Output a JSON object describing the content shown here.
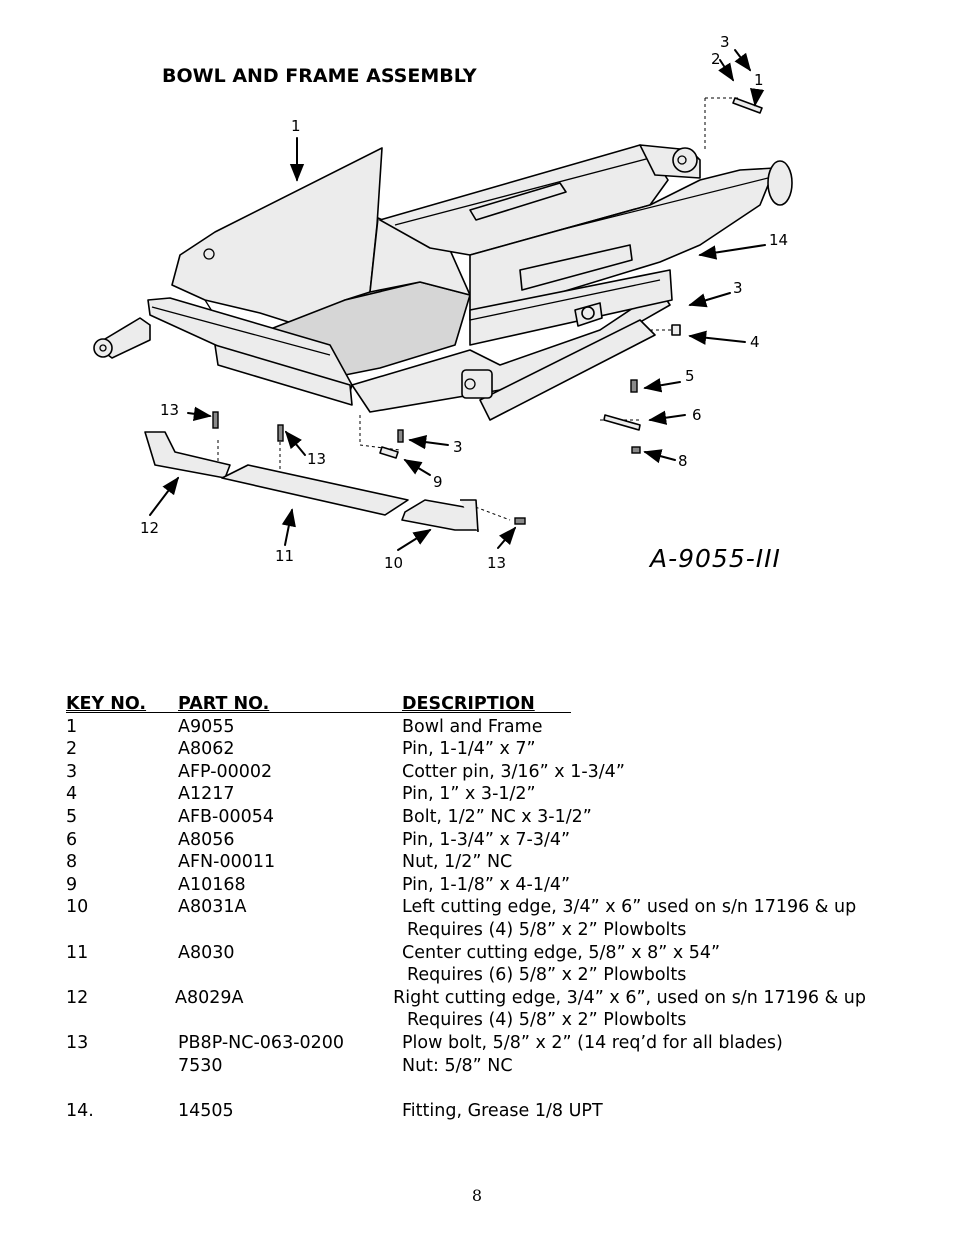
{
  "diagram": {
    "title": "BOWL AND FRAME ASSEMBLY",
    "drawing_number": "A-9055-III",
    "callouts": {
      "c1_top": "1",
      "c2_top": "2",
      "c3_top": "3",
      "c14": "14",
      "c3_right": "3",
      "c4": "4",
      "c5": "5",
      "c6": "6",
      "c8": "8",
      "c3_bottom": "3",
      "c9": "9",
      "c13_left": "13",
      "c13_mid": "13",
      "c12": "12",
      "c11": "11",
      "c10": "10",
      "c13_right": "13",
      "c1_bowl": "1"
    }
  },
  "parts_table": {
    "headers": {
      "key_no": "KEY NO.",
      "part_no": "PART NO.",
      "description": "DESCRIPTION"
    },
    "rows": [
      {
        "key": "1",
        "part": "A9055",
        "desc": "Bowl and Frame"
      },
      {
        "key": "2",
        "part": "A8062",
        "desc": "Pin, 1-1/4” x 7”"
      },
      {
        "key": "3",
        "part": "AFP-00002",
        "desc": "Cotter pin, 3/16” x 1-3/4”"
      },
      {
        "key": "4",
        "part": "A1217",
        "desc": "Pin, 1” x 3-1/2”"
      },
      {
        "key": "5",
        "part": "AFB-00054",
        "desc": "Bolt, 1/2” NC x 3-1/2”"
      },
      {
        "key": "6",
        "part": "A8056",
        "desc": "Pin, 1-3/4” x 7-3/4”"
      },
      {
        "key": "8",
        "part": "AFN-00011",
        "desc": "Nut, 1/2” NC"
      },
      {
        "key": "9",
        "part": "A10168",
        "desc": "Pin, 1-1/8” x 4-1/4”"
      },
      {
        "key": "10",
        "part": "A8031A",
        "desc": "Left cutting edge, 3/4” x 6” used on s/n 17196 & up"
      },
      {
        "key": "",
        "part": "",
        "desc": "Requires (4) 5/8” x 2” Plowbolts"
      },
      {
        "key": "11",
        "part": "A8030",
        "desc": "Center cutting edge, 5/8” x 8” x 54”"
      },
      {
        "key": "",
        "part": "",
        "desc": "Requires (6) 5/8” x 2” Plowbolts"
      },
      {
        "key": "12",
        "part": "A8029A",
        "desc": "Right cutting edge, 3/4” x 6”, used on s/n 17196 & up"
      },
      {
        "key": "",
        "part": "",
        "desc": "Requires (4) 5/8” x 2” Plowbolts"
      },
      {
        "key": "13",
        "part": "PB8P-NC-063-0200",
        "desc": "Plow bolt, 5/8” x 2”  (14 req’d for all blades)"
      },
      {
        "key": "",
        "part": "7530",
        "desc": "Nut: 5/8” NC"
      },
      {
        "key": "14.",
        "part": "14505",
        "desc": "Fitting, Grease 1/8 UPT"
      }
    ]
  },
  "page_number": "8"
}
